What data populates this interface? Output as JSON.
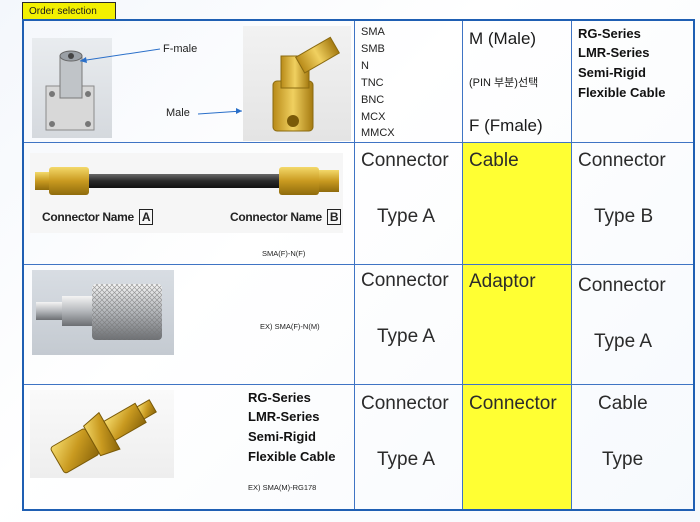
{
  "header": {
    "title": "Order selection"
  },
  "row1": {
    "label_fmale": "F-male",
    "label_male": "Male",
    "connector_types": [
      "SMA",
      "SMB",
      "N",
      "TNC",
      "BNC",
      "MCX",
      "MMCX"
    ],
    "gender_male": "M (Male)",
    "gender_note": "(PIN 부분)선택",
    "gender_female": "F (Fmale)",
    "cable_types": [
      "RG-Series",
      "LMR-Series",
      "Semi-Rigid",
      "Flexible Cable"
    ]
  },
  "row2": {
    "conn_name_a": "Connector Name",
    "conn_letter_a": "A",
    "conn_name_b": "Connector Name",
    "conn_letter_b": "B",
    "example": "SMA(F)-N(F)",
    "col1_line1": "Connector",
    "col1_line2": "Type A",
    "col2": "Cable",
    "col3_line1": "Connector",
    "col3_line2": "Type B"
  },
  "row3": {
    "example": "EX) SMA(F)-N(M)",
    "col1_line1": "Connector",
    "col1_line2": "Type A",
    "col2": "Adaptor",
    "col3_line1": "Connector",
    "col3_line2": "Type A"
  },
  "row4": {
    "cable_types": [
      "RG-Series",
      "LMR-Series",
      "Semi-Rigid",
      "Flexible Cable"
    ],
    "example": "EX) SMA(M)-RG178",
    "col1_line1": "Connector",
    "col1_line2": "Type A",
    "col2": "Connector",
    "col3_line1": "Cable",
    "col3_line2": "Type"
  },
  "colors": {
    "accent_yellow": "#ffff33",
    "border_blue": "#1f5fb3",
    "gold": "#c9a227"
  }
}
